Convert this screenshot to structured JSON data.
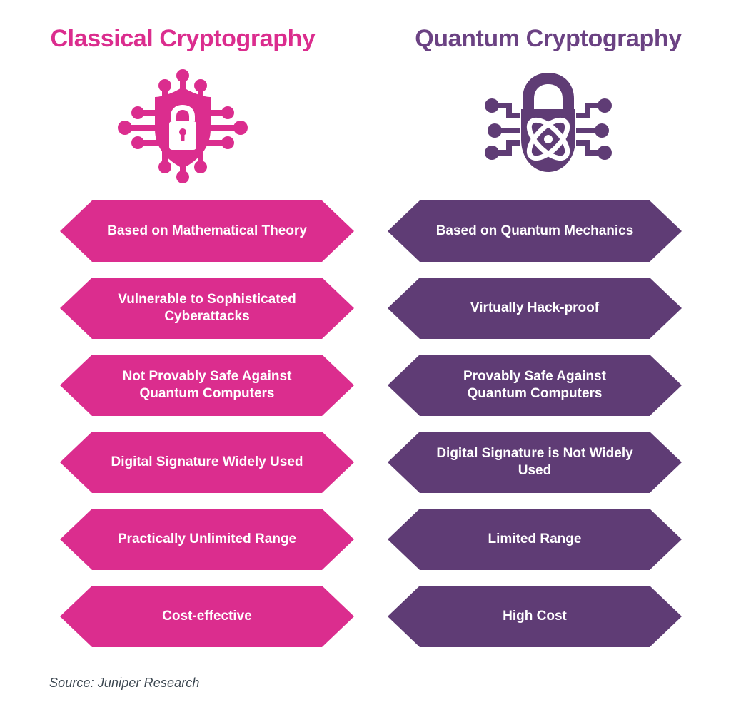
{
  "columns": {
    "left": {
      "heading": "Classical Cryptography",
      "color": "#DB2D8E",
      "heading_color": "#DB2D8E",
      "icon": "shield-lock-circuit-icon"
    },
    "right": {
      "heading": "Quantum Cryptography",
      "color": "#5F3C75",
      "heading_color": "#6B4283",
      "icon": "padlock-atom-circuit-icon"
    }
  },
  "rows": [
    {
      "left": "Based on Mathematical Theory",
      "right": "Based on Quantum Mechanics"
    },
    {
      "left": "Vulnerable to Sophisticated Cyberattacks",
      "right": "Virtually Hack-proof"
    },
    {
      "left": "Not Provably Safe Against Quantum Computers",
      "right": "Provably Safe Against Quantum Computers"
    },
    {
      "left": "Digital Signature Widely Used",
      "right": "Digital Signature is Not Widely Used"
    },
    {
      "left": "Practically Unlimited Range",
      "right": "Limited Range"
    },
    {
      "left": "Cost-effective",
      "right": "High Cost"
    }
  ],
  "source": "Source: Juniper Research",
  "background_color": "#FFFFFF",
  "text_color_on_bars": "#FFFFFF",
  "source_color": "#3D4852"
}
